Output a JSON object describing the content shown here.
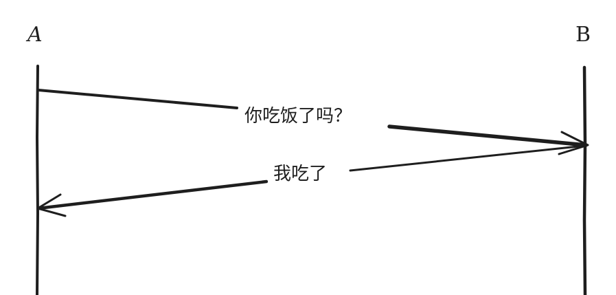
{
  "participants": [
    {
      "id": "A",
      "label": "A"
    },
    {
      "id": "B",
      "label": "B"
    }
  ],
  "messages": [
    {
      "from": "A",
      "to": "B",
      "label": "你吃饭了吗？"
    },
    {
      "from": "B",
      "to": "A",
      "label": "我吃了"
    }
  ],
  "colors": {
    "stroke": "#1e1e1e",
    "background": "#ffffff"
  }
}
